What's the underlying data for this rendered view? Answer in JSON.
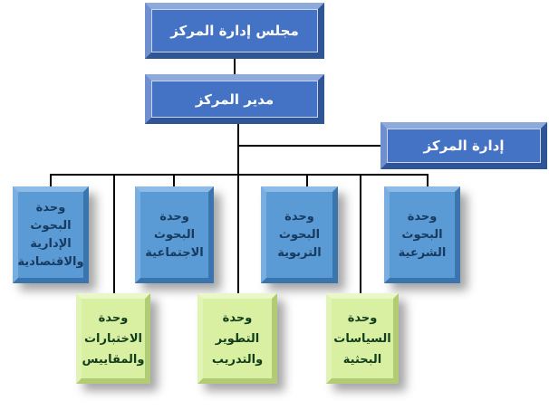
{
  "board": "مجلس إدارة المركز",
  "director": "مدير المركز",
  "administration": "إدارة المركز",
  "units_blue": [
    "وحدة\nالبحوث\nالشرعية",
    "وحدة\nالبحوث\nالتربوية",
    "وحدة\nالبحوث\nالاجتماعية",
    "وحدة\nالبحوث\nالإدارية\nوالاقتصادية"
  ],
  "units_green": [
    "وحدة\nالسياسات\nالبحثية",
    "وحدة\nالتطوير\nوالتدريب",
    "وحدة\nالاختبارات\nوالمقاييس"
  ],
  "colors": {
    "dark": "#4472c4",
    "blue": "#5b9bd5",
    "green": "#d9f0a3"
  }
}
